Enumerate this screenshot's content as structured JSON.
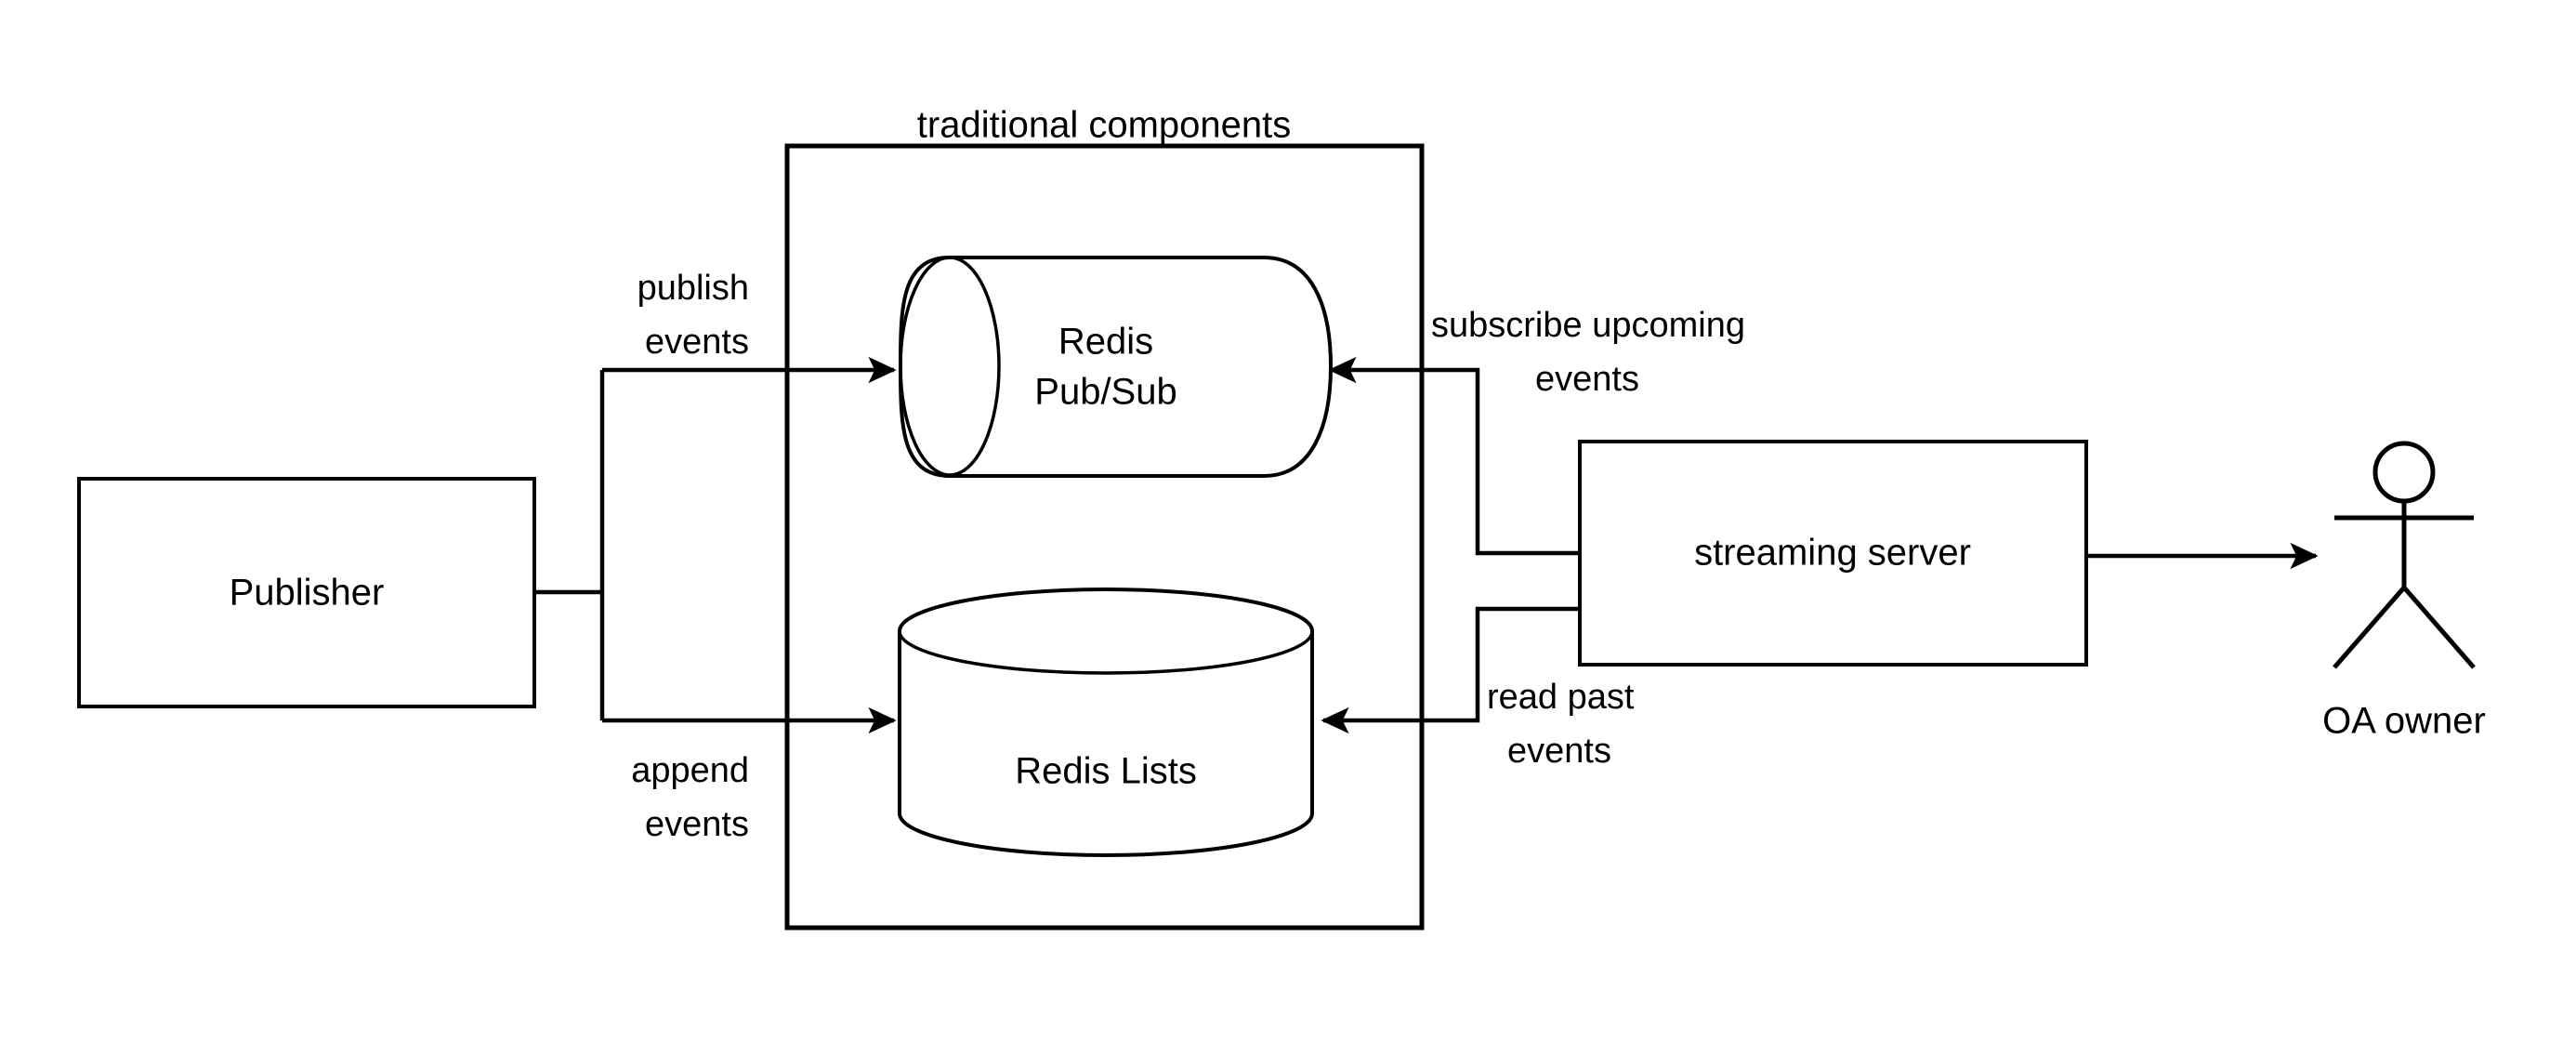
{
  "diagram": {
    "title_group": "traditional components",
    "background": "#ffffff",
    "stroke_color": "#000000",
    "nodes": {
      "publisher": {
        "label": "Publisher",
        "shape": "rectangle"
      },
      "redis_pubsub": {
        "label_line1": "Redis",
        "label_line2": "Pub/Sub",
        "shape": "horizontal-cylinder"
      },
      "redis_lists": {
        "label": "Redis Lists",
        "shape": "vertical-cylinder"
      },
      "streaming_server": {
        "label": "streaming server",
        "shape": "rectangle"
      },
      "oa_owner": {
        "label": "OA owner",
        "shape": "actor"
      }
    },
    "edges": [
      {
        "id": "publish",
        "label_line1": "publish",
        "label_line2": "events",
        "from": "publisher",
        "to": "redis_pubsub"
      },
      {
        "id": "append",
        "label_line1": "append",
        "label_line2": "events",
        "from": "publisher",
        "to": "redis_lists"
      },
      {
        "id": "subscribe",
        "label_line1": "subscribe upcoming",
        "label_line2": "events",
        "from": "streaming_server",
        "to": "redis_pubsub"
      },
      {
        "id": "read_past",
        "label_line1": "read past",
        "label_line2": "events",
        "from": "streaming_server",
        "to": "redis_lists"
      },
      {
        "id": "deliver",
        "label_line1": "",
        "label_line2": "",
        "from": "streaming_server",
        "to": "oa_owner"
      }
    ]
  }
}
